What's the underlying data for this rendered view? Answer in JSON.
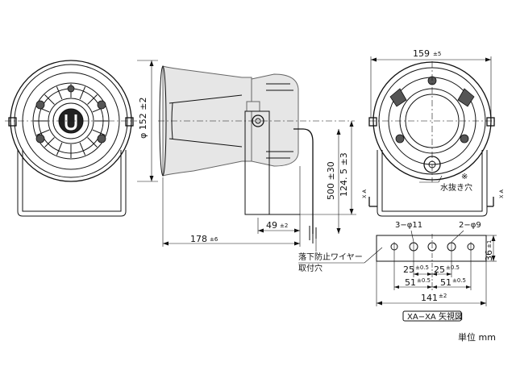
{
  "dimensions": {
    "diameter": "φ 152 ±2",
    "width_top": "159",
    "width_top_tol": "±5",
    "depth": "178",
    "depth_tol": "±6",
    "bracket_depth": "49",
    "bracket_depth_tol": "±2",
    "cable_length": "500 ±30",
    "height_offset": "124. 5 ±3",
    "bracket_height": "36",
    "bracket_height_tol": "±1",
    "hole_spacing_a": "25",
    "hole_spacing_a_tol": "±0.5",
    "hole_spacing_b": "25",
    "hole_spacing_b_tol": "±0.5",
    "hole_offset_a": "51",
    "hole_offset_a_tol": "±0.5",
    "hole_offset_b": "51",
    "hole_offset_b_tol": "±0.5",
    "bracket_length": "141",
    "bracket_length_tol": "±2"
  },
  "labels": {
    "holes_large": "3−φ11",
    "holes_small": "2−φ9",
    "drain_mark": "※",
    "drain_hole": "水抜き穴",
    "fall_wire_1": "落下防止ワイヤー",
    "fall_wire_2": "取付穴",
    "section_left": "X A",
    "section_right": "X A",
    "view_name": "XA−XA 矢視図",
    "unit": "単位 mm"
  },
  "icons": {
    "logo": "u-logo-icon"
  }
}
